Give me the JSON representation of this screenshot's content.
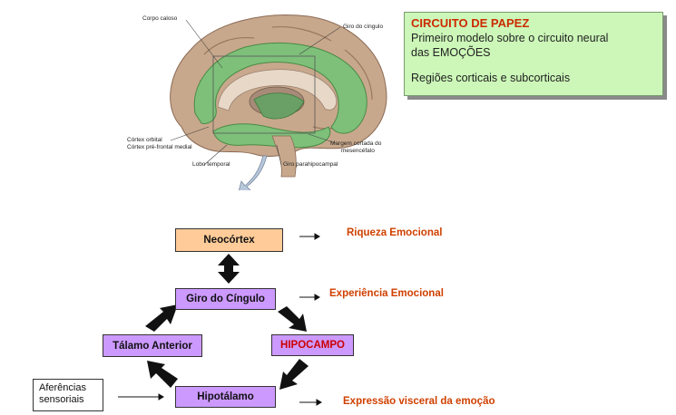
{
  "brain_labels": {
    "corpo_caloso": "Corpo caloso",
    "giro_cingulo": "Giro do cíngulo",
    "cortex_orbital": "Córtex orbital",
    "cortex_prefrontal": "Córtex pré-frontal medial",
    "lobo_temporal": "Lobo temporal",
    "giro_parahipocampal": "Giro parahipocampal",
    "margem_1": "Margem cortada do",
    "margem_2": "mesencéfalo"
  },
  "info": {
    "title": "CIRCUITO DE PAPEZ",
    "line1": "Primeiro modelo sobre o circuito neural",
    "line2": "das EMOÇÕES",
    "line3": "Regiões corticais e subcorticais"
  },
  "nodes": {
    "neocortex": "Neocórtex",
    "giro_cingulo": "Giro do Cíngulo",
    "talamo": "Tálamo Anterior",
    "hipocampo": "HIPOCAMPO",
    "hipotalamo": "Hipotálamo",
    "aferencias_1": "Aferências",
    "aferencias_2": "sensoriais"
  },
  "outputs": {
    "riqueza": "Riqueza Emocional",
    "experiencia": "Experiência Emocional",
    "expressao": "Expressão visceral da emoção"
  },
  "colors": {
    "purple_node": "#cc99ff",
    "peach_node": "#ffcc99",
    "output_text": "#d04000",
    "info_bg": "#ccf7b8",
    "info_title": "#cc2a00"
  }
}
